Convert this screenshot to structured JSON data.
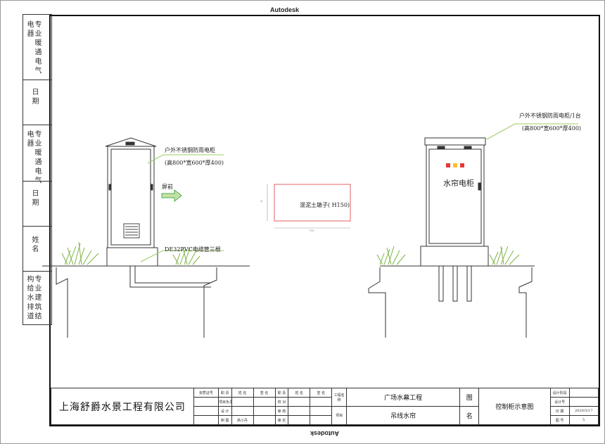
{
  "watermark": {
    "top": "Autodesk",
    "bottom": "Autodesk"
  },
  "side_strip": {
    "row1": "专 业 暖 通 电 气 电 器",
    "row2": "日 期",
    "row3": "专 业 暖 通 电 气 电 器",
    "row4": "日 期",
    "row5": "姓 名",
    "row6": "专 业 建 筑 结 构 给 水 排 道"
  },
  "left_cabinet": {
    "label": "户外不锈钢防雨电柜",
    "size": "(高800*宽600*厚400)",
    "front_label": "屏前",
    "cable_label": "DE32PVC电缆管三根"
  },
  "center": {
    "label": "混泥土墩子( H150)",
    "dim_h": "a",
    "dim_w": "700"
  },
  "right_cabinet": {
    "label": "户外不锈钢防雨电柜/1台",
    "size": "(高800*宽600*厚400)",
    "name": "水帘电柜"
  },
  "title_block": {
    "company": "上海舒爵水景工程有限公司",
    "cert": "资质证号",
    "h_role1": "职 责",
    "h_name1": "姓 名",
    "h_sign1": "签 名",
    "h_role2": "职 责",
    "h_name2": "姓 名",
    "h_sign2": "签 名",
    "r_project_lead": "项目负责",
    "r_design": "设 计",
    "r_draw": "制 图",
    "r_draw_name": "高小丹",
    "r_check": "校 对",
    "r_review": "审 核",
    "r_approve": "审 定",
    "proj_label": "工程名称",
    "proj_name": "广场水幕工程",
    "item_label": "项目",
    "item_name": "吊线水帘",
    "fig_label1": "图",
    "fig_label2": "名",
    "fig_name": "控制柜示意图",
    "stage_label": "设计阶段",
    "no_label": "设计号",
    "date_label": "日 期",
    "date_value": "2020/3/17",
    "sheet_label": "图 号",
    "sheet_value": "5"
  },
  "colors": {
    "grass": "#7cb342",
    "leader": "#9ccc65",
    "concrete_pad": "#e06060",
    "arrow": "#4caf50"
  }
}
